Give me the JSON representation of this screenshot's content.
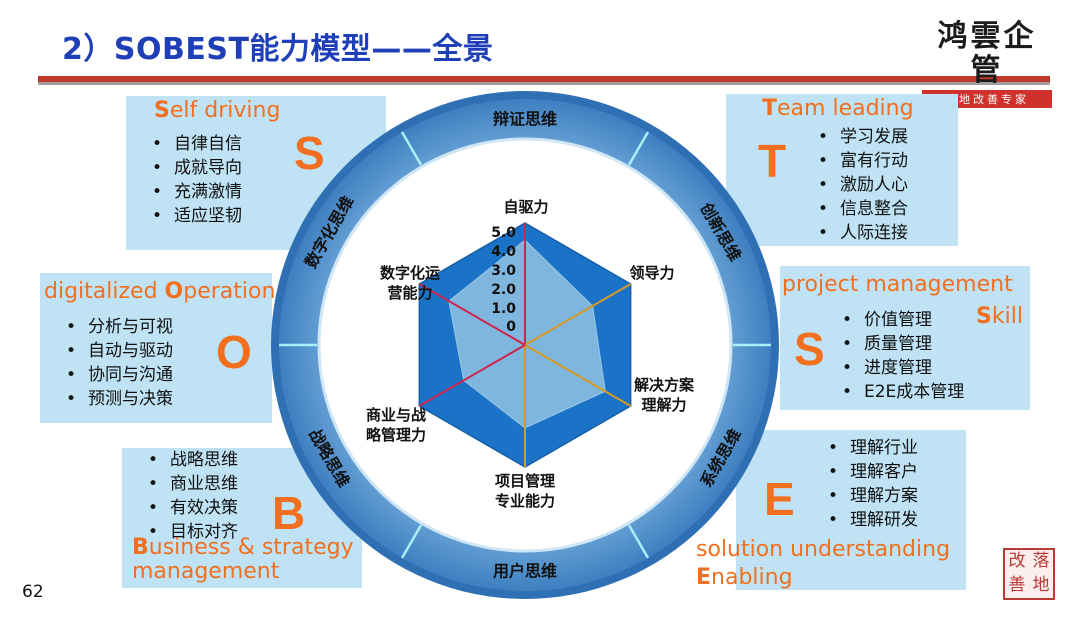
{
  "header": {
    "title": "2）SOBEST能力模型——全景",
    "brand_name": "鸿雲企管",
    "brand_tagline": "落地改善专家"
  },
  "panels": {
    "s_top": {
      "title_initial": "S",
      "title_rest": "elf driving",
      "letter": "S",
      "items": [
        "自律自信",
        "成就导向",
        "充满激情",
        "适应坚韧"
      ]
    },
    "o": {
      "title_pre": "digitalized ",
      "title_initial": "O",
      "title_rest": "peration",
      "letter": "O",
      "items": [
        "分析与可视",
        "自动与驱动",
        "协同与沟通",
        "预测与决策"
      ]
    },
    "b": {
      "title_line1_initial": "B",
      "title_line1_rest": "usiness & strategy",
      "title_line2": "management",
      "letter": "B",
      "items": [
        "战略思维",
        "商业思维",
        "有效决策",
        "目标对齐"
      ]
    },
    "t": {
      "title_initial": "T",
      "title_rest": "eam leading",
      "letter": "T",
      "items": [
        "学习发展",
        "富有行动",
        "激励人心",
        "信息整合",
        "人际连接"
      ]
    },
    "s_right": {
      "title": "project management",
      "title2_initial": "S",
      "title2_rest": "kill",
      "letter": "S",
      "items": [
        "价值管理",
        "质量管理",
        "进度管理",
        "E2E成本管理"
      ]
    },
    "e": {
      "title": "solution understanding",
      "title2_initial": "E",
      "title2_rest": "nabling",
      "letter": "E",
      "items": [
        "理解行业",
        "理解客户",
        "理解方案",
        "理解研发"
      ]
    }
  },
  "ring_labels": [
    "辩证思维",
    "创新思维",
    "系统思维",
    "用户思维",
    "战略思维",
    "数字化思维"
  ],
  "chart_data": {
    "type": "radar",
    "categories": [
      "自驱力",
      "领导力",
      "解决方案理解力",
      "项目管理专业能力",
      "商业与战略管理力",
      "数字化运营能力"
    ],
    "category_labels": [
      [
        "自驱力"
      ],
      [
        "领导力"
      ],
      [
        "解决方案",
        "理解力"
      ],
      [
        "项目管理",
        "专业能力"
      ],
      [
        "商业与战",
        "略管理力"
      ],
      [
        "数字化运",
        "营能力"
      ]
    ],
    "tick_labels": [
      "5.0",
      "4.0",
      "3.0",
      "2.0",
      "1.0",
      "0"
    ],
    "rmax": 5,
    "series": [
      {
        "values": [
          5,
          5,
          5,
          5,
          5,
          5
        ],
        "color": "#1b73c8"
      },
      {
        "values": [
          4.3,
          3.2,
          3.8,
          3.4,
          2.9,
          3.6
        ],
        "color": "#7fb6de"
      }
    ],
    "spoke_colors": [
      "#d0244f",
      "#d69a22",
      "#d69a22",
      "#d69a22",
      "#d0244f",
      "#d0244f"
    ]
  },
  "page_number": "62"
}
